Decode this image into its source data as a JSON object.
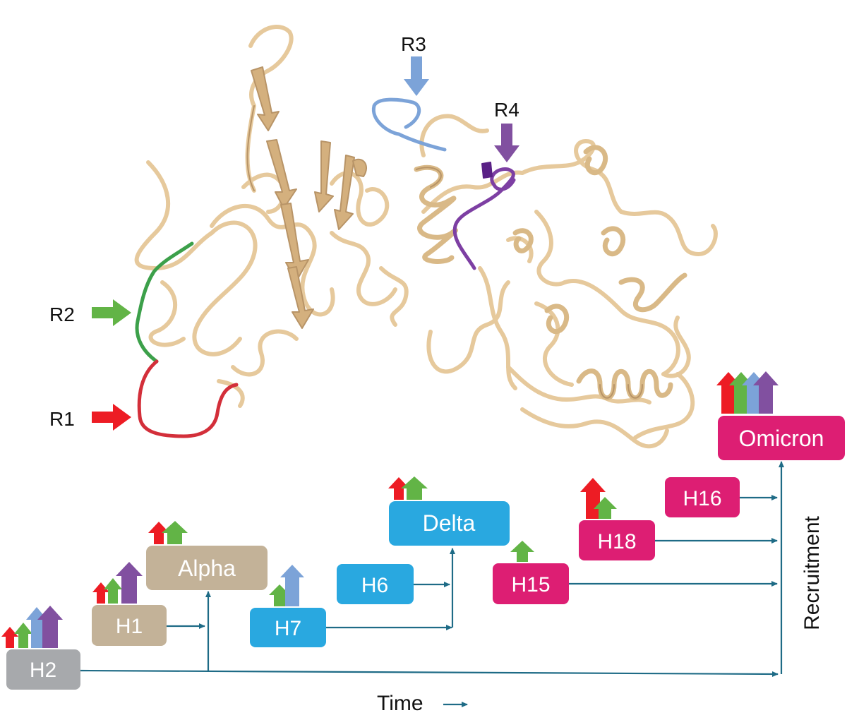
{
  "regions": [
    {
      "label": "R1",
      "color": "#ED1C24"
    },
    {
      "label": "R2",
      "color": "#62B446"
    },
    {
      "label": "R3",
      "color": "#7CA3D8"
    },
    {
      "label": "R4",
      "color": "#8150A0"
    }
  ],
  "colors": {
    "protein": "#E6C99C",
    "protein_dark": "#B89467",
    "tan_box": "#C3B298",
    "gray_box": "#A7A9AC",
    "blue_box": "#29A8E0",
    "pink_box": "#DD1E73",
    "connector": "#1E6B86",
    "region_red_dark": "#C1272D",
    "region_green_dark": "#2E9A46",
    "region_purple_dark": "#6A2C91"
  },
  "nodes": [
    {
      "label": "H2",
      "color_key": "gray_box"
    },
    {
      "label": "H1",
      "color_key": "tan_box"
    },
    {
      "label": "Alpha",
      "color_key": "tan_box"
    },
    {
      "label": "H7",
      "color_key": "blue_box"
    },
    {
      "label": "H6",
      "color_key": "blue_box"
    },
    {
      "label": "Delta",
      "color_key": "blue_box"
    },
    {
      "label": "H15",
      "color_key": "pink_box"
    },
    {
      "label": "H18",
      "color_key": "pink_box"
    },
    {
      "label": "H16",
      "color_key": "pink_box"
    },
    {
      "label": "Omicron",
      "color_key": "pink_box"
    }
  ],
  "axes": {
    "time_label": "Time",
    "recruitment_label": "Recruitment"
  }
}
